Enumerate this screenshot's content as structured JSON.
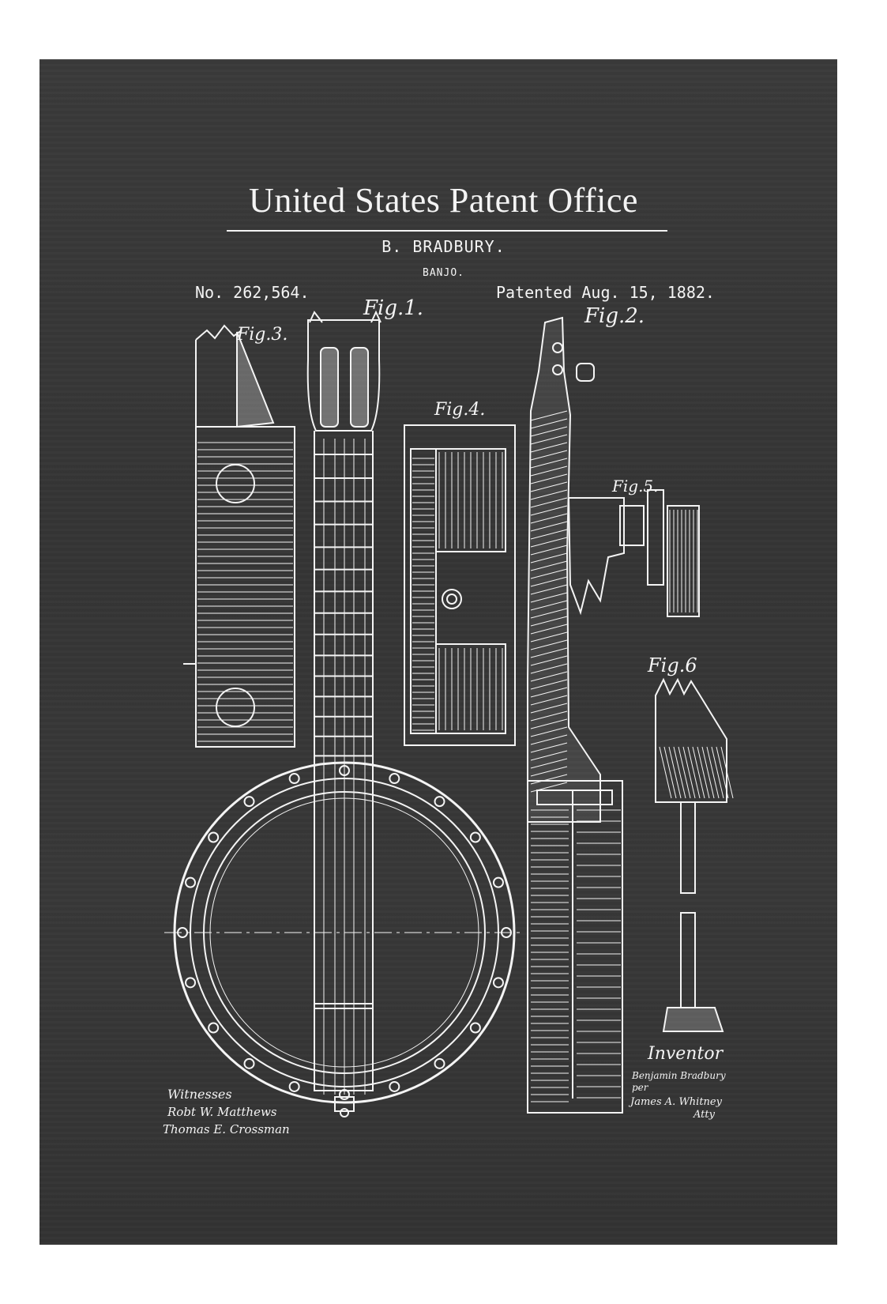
{
  "header": {
    "title": "United States Patent Office",
    "inventor": "B. BRADBURY.",
    "invention": "BANJO.",
    "patent_number": "No. 262,564.",
    "patent_date": "Patented Aug. 15, 1882."
  },
  "figures": {
    "fig1": "Fig.1.",
    "fig2": "Fig.2.",
    "fig3": "Fig.3.",
    "fig4": "Fig.4.",
    "fig5": "Fig.5.",
    "fig6": "Fig.6"
  },
  "signatures": {
    "witnesses_label": "Witnesses",
    "witness_1": "Robt W. Matthews",
    "witness_2": "Thomas E. Crossman",
    "inventor_label": "Inventor",
    "inventor_sig": "Benjamin Bradbury",
    "per": "per",
    "attorney": "James A. Whitney",
    "atty": "Atty"
  },
  "colors": {
    "board": "#383838",
    "ink": "#f4f4f4",
    "paper": "#ffffff"
  }
}
